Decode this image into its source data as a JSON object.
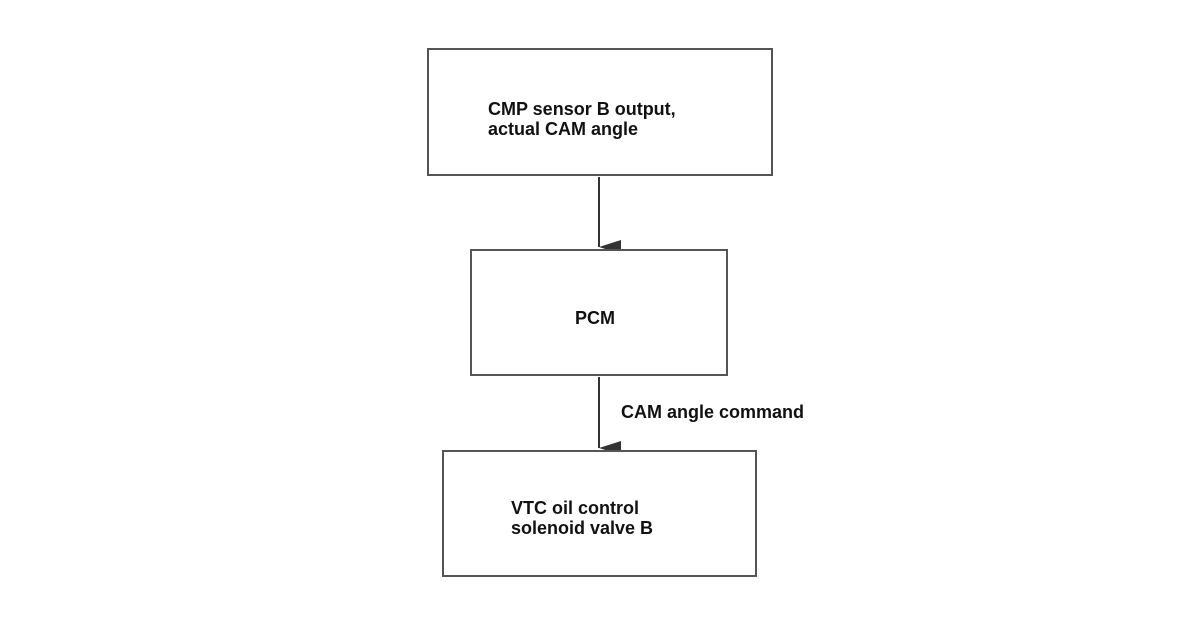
{
  "nodes": {
    "cmp_sensor": {
      "line1": "CMP sensor B output,",
      "line2": "actual CAM angle"
    },
    "pcm": {
      "label": "PCM"
    },
    "vtc_valve": {
      "line1": "VTC oil control",
      "line2": "solenoid valve B"
    }
  },
  "edges": {
    "pcm_to_vtc_label": "CAM angle command"
  },
  "colors": {
    "border": "#555555",
    "arrow": "#333333",
    "text": "#111111"
  }
}
